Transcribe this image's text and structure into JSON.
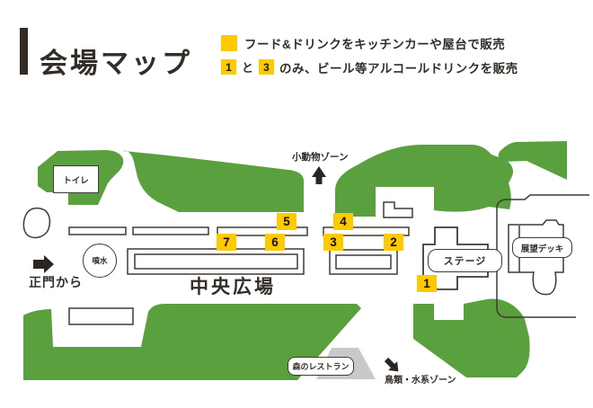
{
  "header": {
    "title": "会場マップ"
  },
  "legend": {
    "line1": {
      "text": "フード&ドリンクをキッチンカーや屋台で販売"
    },
    "line2": {
      "badge1": "1",
      "conj": "と",
      "badge3": "3",
      "text": "のみ、ビール等アルコールドリンクを販売"
    }
  },
  "map": {
    "labels": {
      "toilet": "トイレ",
      "small_animal_zone": "小動物ゾーン",
      "fountain": "噴水",
      "from_main_gate": "正門から",
      "central_plaza": "中央広場",
      "stage": "ステージ",
      "observation_deck": "展望デッキ",
      "forest_restaurant": "森のレストラン",
      "bird_water_zone": "鳥類・水系ゾーン"
    },
    "badges": [
      {
        "num": "1"
      },
      {
        "num": "2"
      },
      {
        "num": "3"
      },
      {
        "num": "4"
      },
      {
        "num": "5"
      },
      {
        "num": "6"
      },
      {
        "num": "7"
      }
    ]
  },
  "colors": {
    "green": "#5aa03e",
    "yellow": "#fcca00",
    "outline": "#403a33",
    "text": "#332d28",
    "gray_slope": "#c9c9ca",
    "black_bar": "#322b24"
  }
}
